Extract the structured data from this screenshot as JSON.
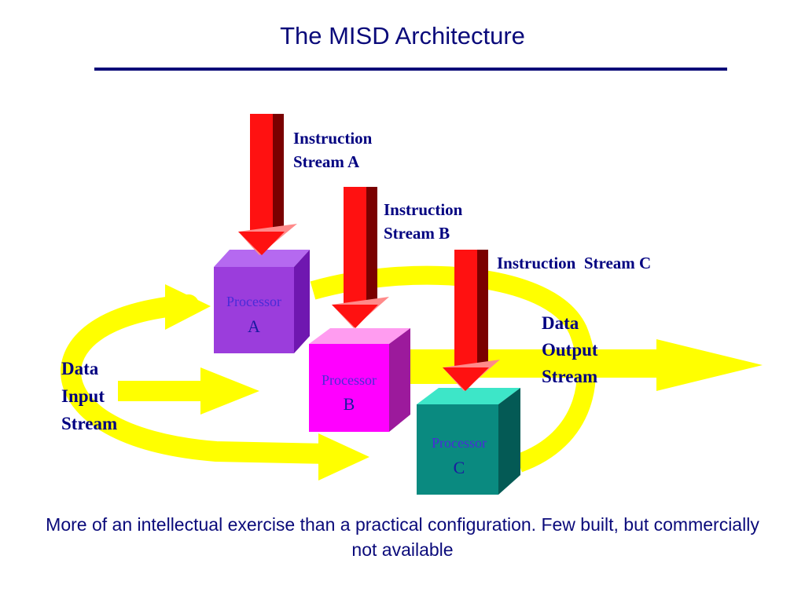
{
  "title": "The MISD Architecture",
  "labels": {
    "instr_a": [
      "Instruction",
      "Stream A"
    ],
    "instr_b": [
      "Instruction",
      "Stream B"
    ],
    "instr_c": "Instruction  Stream C",
    "data_input": [
      "Data",
      "Input",
      "Stream"
    ],
    "data_output": [
      "Data",
      "Output",
      "Stream"
    ]
  },
  "processors": {
    "a": {
      "word": "Processor",
      "letter": "A"
    },
    "b": {
      "word": "Processor",
      "letter": "B"
    },
    "c": {
      "word": "Processor",
      "letter": "C"
    }
  },
  "caption": "More of an intellectual exercise than a practical configuration. Few built, but commercially not available",
  "colors": {
    "stream_yellow": "#ffff00",
    "instruction_red": "#ff1111",
    "processor_a": "#9b3ddc",
    "processor_b": "#ff00ff",
    "processor_c": "#0a8a80",
    "text_navy": "#000080"
  }
}
